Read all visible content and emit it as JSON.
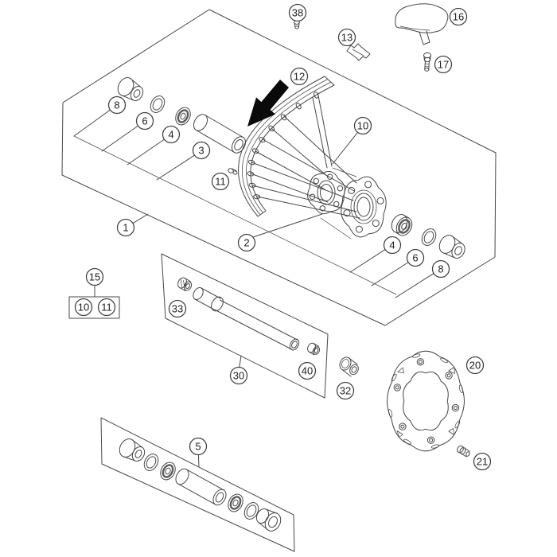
{
  "diagram": {
    "colors": {
      "background": "#ffffff",
      "ink": "#474747",
      "arrow": "#0a0a0a"
    },
    "callouts": {
      "c38": "38",
      "c16": "16",
      "c13": "13",
      "c17": "17",
      "c12": "12",
      "c10_spokes": "10",
      "c11_wheel": "11",
      "c8_left": "8",
      "c6_left": "6",
      "c4_left": "4",
      "c3": "3",
      "c1": "1",
      "c2": "2",
      "c4_right": "4",
      "c6_right": "6",
      "c8_right": "8",
      "c15": "15",
      "c10_box": "10",
      "c11_box": "11",
      "c33": "33",
      "c30": "30",
      "c40": "40",
      "c32": "32",
      "c5": "5",
      "c20": "20",
      "c21": "21"
    }
  }
}
